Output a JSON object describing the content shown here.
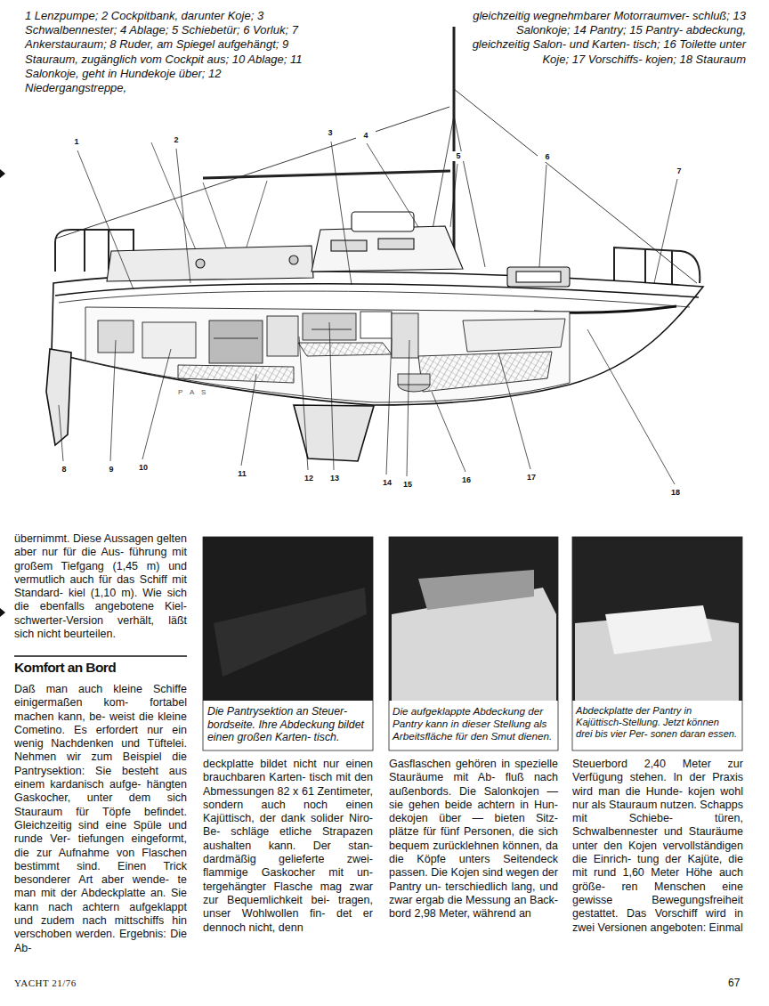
{
  "diagram": {
    "labels": [
      "1 Lenzpumpe; 2 Cockpitbank, darunter Koje; 3 Schwalbennester; 4 Ablage; 5 Schiebetür; 6 Vorluk; 7 Ankerstauraum; 8 Ruder, am Spiegel aufgehängt; 9 Stauraum, zugänglich vom Cockpit aus; 10 Ablage; 11 Salonkoje, geht in Hundekoje über; 12 Niedergangstreppe,",
      "gleichzeitig wegnehmbarer Motorraumver- schluß; 13 Salonkoje; 14 Pantry; 15 Pantry- abdeckung, gleichzeitig Salon- und Karten- tisch; 16 Toilette unter Koje; 17 Vorschiffs- kojen; 18 Stauraum",
      "1",
      "2",
      "3",
      "4",
      "5",
      "6",
      "7",
      "8",
      "9",
      "10",
      "11",
      "12",
      "13",
      "14",
      "15",
      "16",
      "17",
      "18",
      "P A S",
      "übernimmt. Diese Aussagen gelten aber nur für die Aus- führung mit großem Tiefgang (1,45 m) und vermutlich auch für das Schiff mit Standard- kiel (1,10 m). Wie sich die ebenfalls angebotene Kiel- schwerter-Version verhält, läßt sich nicht beurteilen.",
      "Komfort an Bord",
      "Daß man auch kleine Schiffe einigermaßen kom- fortabel machen kann, be- weist die kleine Cometino. Es erfordert nur ein wenig Nachdenken und Tüftelei. Nehmen wir zum Beispiel die Pantrysektion: Sie besteht aus einem kardanisch aufge- hängten Gaskocher, unter dem sich Stauraum für Töpfe befindet. Gleichzeitig sind eine Spüle und runde Ver- tiefungen eingeformt, die zur Aufnahme von Flaschen bestimmt sind. Einen Trick besonderer Art aber wende- te man mit der Abdeckplatte an. Sie kann nach achtern aufgeklappt und zudem nach mittschiffs hin verschoben werden. Ergebnis: Die Ab-",
      "Die Pantrysektion an Steuer- bordseite. Ihre Abdeckung bildet einen großen Karten- tisch.",
      "Die aufgeklappte Abdeckung der Pantry kann in dieser Stellung als Arbeitsfläche für den Smut dienen.",
      "Abdeckplatte der Pantry in Kajüttisch-Stellung. Jetzt können drei bis vier Per- sonen daran essen.",
      "deckplatte bildet nicht nur einen brauchbaren Karten- tisch mit den Abmessungen 82 x 61 Zentimeter, sondern auch noch einen Kajüttisch, der dank solider Niro-Be- schläge etliche Strapazen aushalten kann. Der stan- dardmäßig gelieferte zwei- flammige Gaskocher mit un- tergehängter Flasche mag zwar zur Bequemlichkeit bei- tragen, unser Wohlwollen fin- det er dennoch nicht, denn",
      "Gasflaschen gehören in spezielle Stauräume mit Ab- fluß nach außenbords. Die Salonkojen — sie gehen beide achtern in Hun- dekojen über — bieten Sitz- plätze für fünf Personen, die sich bequem zurücklehnen können, da die Köpfe unters Seitendeck passen. Die Kojen sind wegen der Pantry un- terschiedlich lang, und zwar ergab die Messung an Back- bord 2,98 Meter, während an",
      "Steuerbord 2,40 Meter zur Verfügung stehen. In der Praxis wird man die Hunde- kojen wohl nur als Stauraum nutzen. Schapps mit Schiebe- türen, Schwalbennester und Stauräume unter den Kojen vervollständigen die Einrich- tung der Kajüte, die mit rund 1,60 Meter Höhe auch größe- ren Menschen eine gewisse Bewegungsfreiheit gestattet. Das Vorschiff wird in zwei Versionen angeboten: Einmal",
      "YACHT 21/76",
      "67"
    ]
  }
}
